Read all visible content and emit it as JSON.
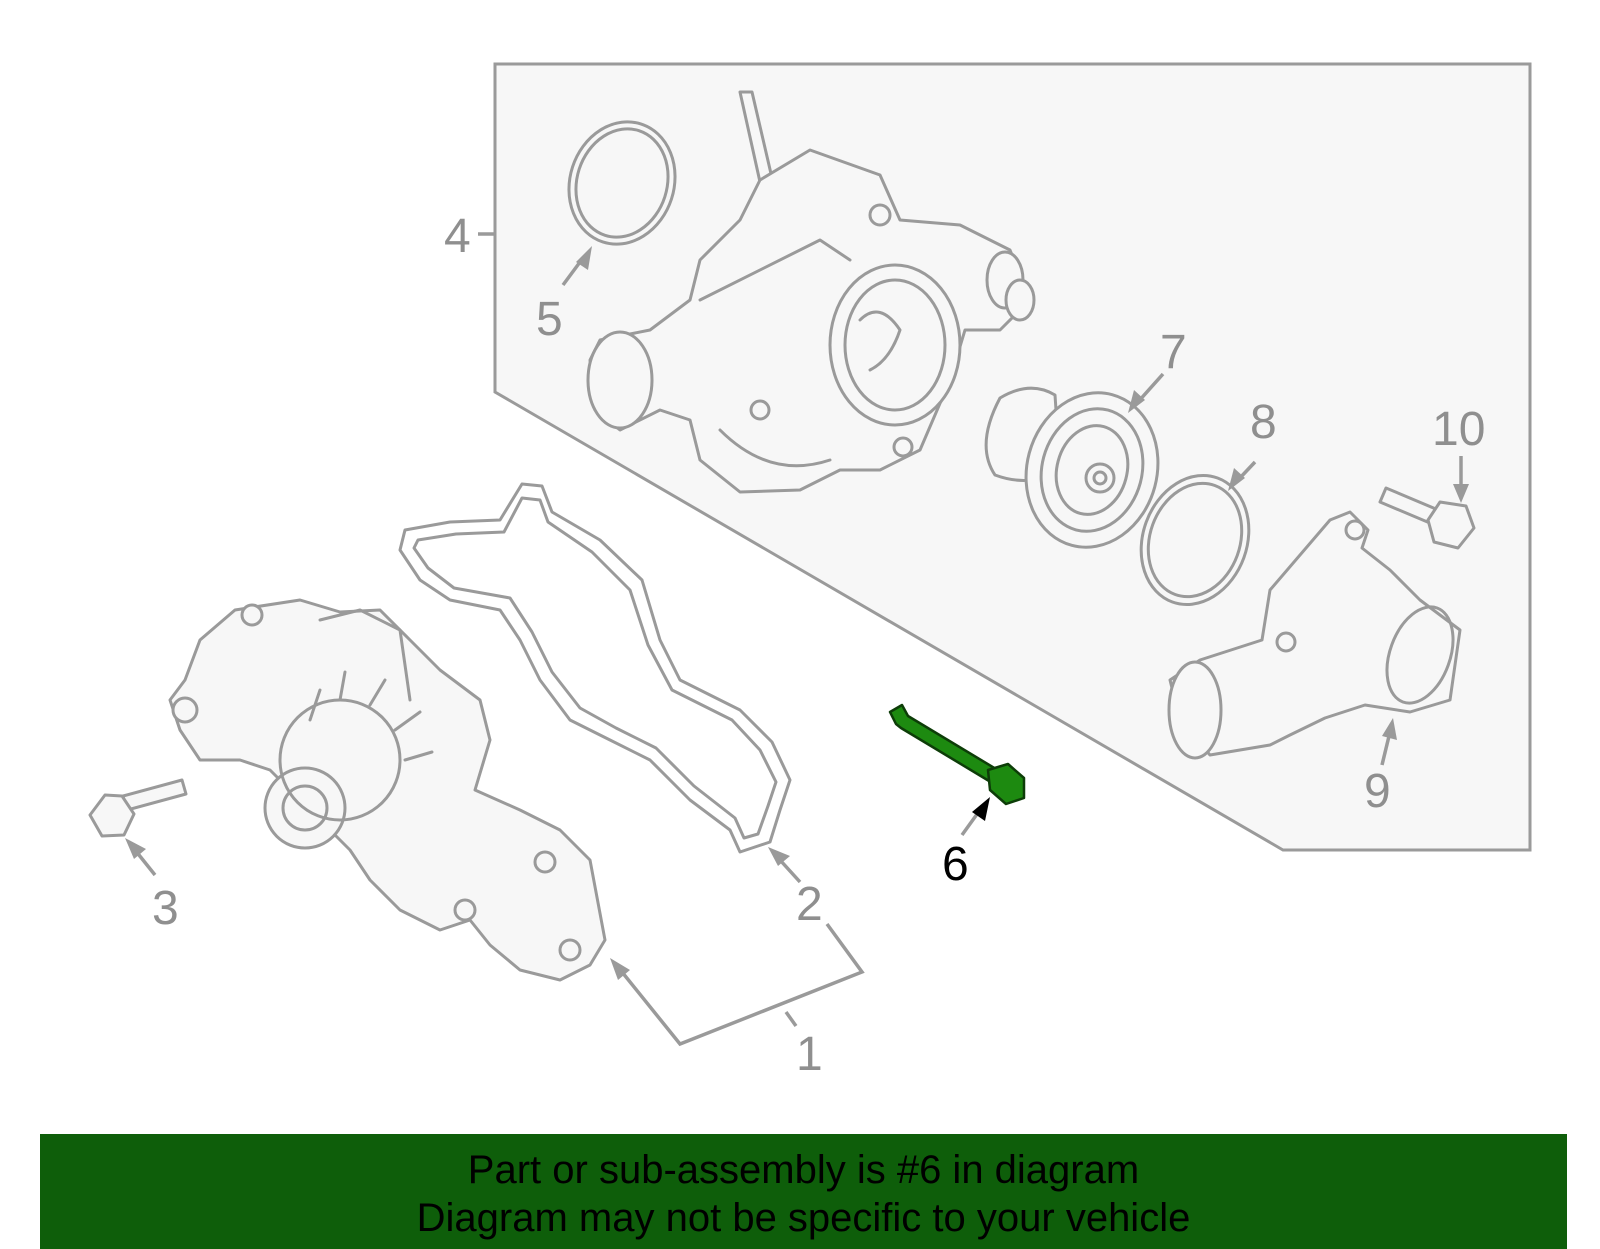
{
  "diagram": {
    "colors": {
      "line_art": "#9a9a9a",
      "highlight": "#1d8a10",
      "banner_background": "#0e5e0a",
      "banner_text": "#000000"
    },
    "callouts": [
      {
        "id": "1",
        "label": "1"
      },
      {
        "id": "2",
        "label": "2"
      },
      {
        "id": "3",
        "label": "3"
      },
      {
        "id": "4",
        "label": "4"
      },
      {
        "id": "5",
        "label": "5"
      },
      {
        "id": "6",
        "label": "6",
        "highlighted": true
      },
      {
        "id": "7",
        "label": "7"
      },
      {
        "id": "8",
        "label": "8"
      },
      {
        "id": "9",
        "label": "9"
      },
      {
        "id": "10",
        "label": "10"
      }
    ]
  },
  "banner": {
    "line1": "Part or sub-assembly is #6 in diagram",
    "line2": "Diagram may not be specific to your vehicle"
  }
}
